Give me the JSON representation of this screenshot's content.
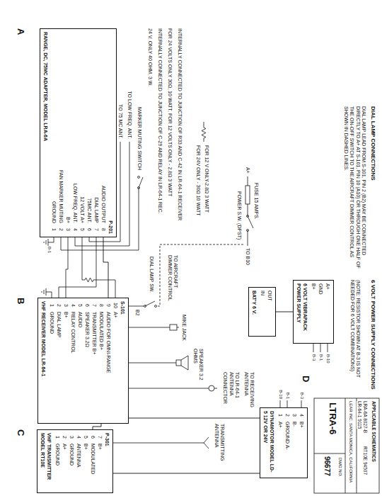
{
  "diagram": {
    "nodes": [
      {
        "text": [
          "RANGE, DC, 75MC ADAPTER, MODEL LRA-6A",
          "P-201",
          "1",
          "GROUND",
          "2",
          "FAN MARKER MUTING",
          "3",
          "B+",
          "4",
          "LOW FREQ. ANT.",
          "5",
          "12 VOLT A+",
          "6",
          "75MC ANT.",
          "7",
          "DIAL LAMP",
          "8",
          "AUDIO OUTPUT"
        ]
      },
      {
        "text": [
          "VHF RECEIVER MODEL LR-64-1",
          "S-101",
          "1",
          "GROUND",
          "2",
          "DIAL LAMP",
          "3",
          "B+",
          "4",
          "RELAY CONTROL",
          "5",
          "AUDIO",
          "6",
          "SPEAKER 3.2Ω",
          "7",
          "TRANSMITTER B+",
          "8",
          "MODULATED B+",
          "9",
          "AUDIO FOR OMNI-RANGE",
          "10",
          "A+"
        ]
      },
      {
        "text": [
          "VHF TRANSMITTER MODEL RT10E",
          "P-301",
          "1",
          "GROUND",
          "2",
          "A+",
          "3",
          "GROUND",
          "4",
          "ANTENNA",
          "5",
          "B+",
          "6",
          "MODULATED",
          "7",
          "B+"
        ]
      },
      {
        "text": [
          "DYNAMOTOR MODEL LD-5 12V OR 24V",
          "1",
          "A+",
          "2",
          "GROUND A-",
          "3",
          "B-",
          "4",
          "B+"
        ]
      },
      {
        "text": [
          "6 VOLT VIBRAPACK POWER SUPPLY",
          "A+",
          "GND",
          "B+"
        ]
      },
      {
        "text": [
          "BAT'Y 6 V.",
          "OUT",
          "IN"
        ]
      }
    ],
    "edges": [
      {
        "from": 0,
        "to": 1,
        "arrow": "none"
      },
      {
        "from": 1,
        "to": 2,
        "arrow": "none"
      },
      {
        "from": 1,
        "to": 3,
        "arrow": "none"
      },
      {
        "from": 3,
        "to": 2,
        "arrow": "none"
      },
      {
        "from": 4,
        "to": 5,
        "arrow": "none"
      }
    ],
    "labels": [
      "A",
      "B",
      "C",
      "D",
      "MARKER MUTING SWITCH",
      "INTERNALLY CONNECTED TO JUNCTION OF C-29 AND RELAY IN LR-64-1 REC.",
      "TO LOW FREQ. ANT.",
      "FOR 24 VOLTS ONLY 30Ω, 10 WATT, FOR 12 VOLTS ONLY - 2.8Ω 3 WATT",
      "TO 75 MC ANT.",
      "INTERNALLY CONNECTED TO JUNCTION OF R33 AND C-42 IN LR-64-1 RECEIVER",
      "24 V. ONLY 40 OHM, 3 W.",
      "B-1",
      "TO AIRCRAFT DIMMER CONTROL",
      "DIAL LAMP SW.",
      "B2",
      "TO RECEIVING ANTENNA",
      "TO LR-64-1 ANTENNA CONNECTOR",
      "MIKE JACK",
      "SPEAKER 3.2 OHMS",
      "TRANSMITTING ANTENNA",
      "FOR 12 V ONLY-2.8Ω 3 WATT",
      "FOR 24V ONLY - 30Ω 10 WATT",
      "POWER S.W. (DPST)",
      "FUSE 15 AMPS.",
      "A+",
      "TO B10",
      "DIAL LAMP CONNECTIONS",
      "DIAL LAMP LEAD FROM S-101, PIN 2 (B2) MAY BE CONNECTED DIRECTLY TO A+ AT S-101, PIN 10 (A10) OR THROUGH ONE HALF OF THE ON-OFF SWITCH TO THE AIRCRAFT DIMMER CONTROL AS SHOWN IN DASHED LINES.",
      "6 VOLT POWER SUPPLY CONNECTIONS",
      "(NOTE: RESISTOR SHOWN AT B-3 IS NOT NEEDED FOR 6 VOLT COMBINATIONS)",
      "B-10",
      "B-1",
      "B-3",
      "B-3",
      "B-1",
      "B-10",
      "APPLICABLE SCHEMATICS",
      "LRA-6A 8027-B",
      "RT10E 94507",
      "LR-64-1 9115",
      "LEAR INC. SANTA MONICA, CALIFORNIA",
      "LTRA-6",
      "DWG NO.",
      "96677"
    ]
  }
}
